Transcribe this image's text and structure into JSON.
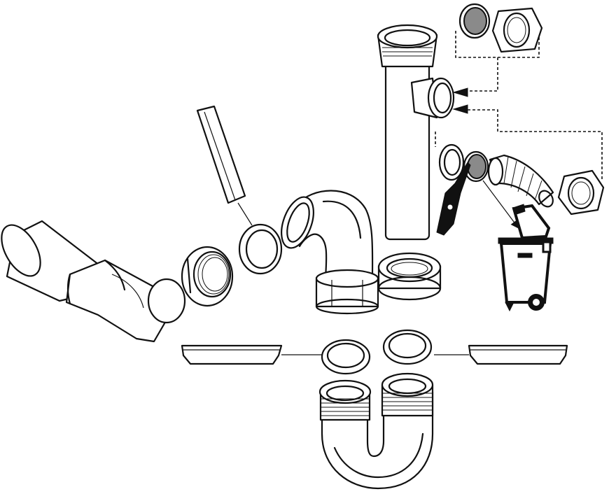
{
  "figure": {
    "type": "exploded assembly drawing",
    "labels": [],
    "colors": {
      "line": "#111111",
      "background": "#ffffff",
      "seal_fill": "#8a8a8a"
    }
  },
  "parts": [
    {
      "id": "outlet-elbow-pipe"
    },
    {
      "id": "union-nut-left"
    },
    {
      "id": "sealing-ring-left"
    },
    {
      "id": "flat-spacer-strip"
    },
    {
      "id": "elbow-bend"
    },
    {
      "id": "standpipe-tee"
    },
    {
      "id": "union-nut-middle"
    },
    {
      "id": "blanking-cap-upper"
    },
    {
      "id": "hex-nut-upper"
    },
    {
      "id": "sealing-ring-small"
    },
    {
      "id": "grey-seal-disc"
    },
    {
      "id": "cutting-tool"
    },
    {
      "id": "hose-connector"
    },
    {
      "id": "hex-nut-lower"
    },
    {
      "id": "recycle-bin",
      "icon": "waste-bin-icon"
    },
    {
      "id": "wedge-gasket-left"
    },
    {
      "id": "wedge-gasket-right"
    },
    {
      "id": "o-ring-left"
    },
    {
      "id": "o-ring-right"
    },
    {
      "id": "u-trap"
    }
  ]
}
